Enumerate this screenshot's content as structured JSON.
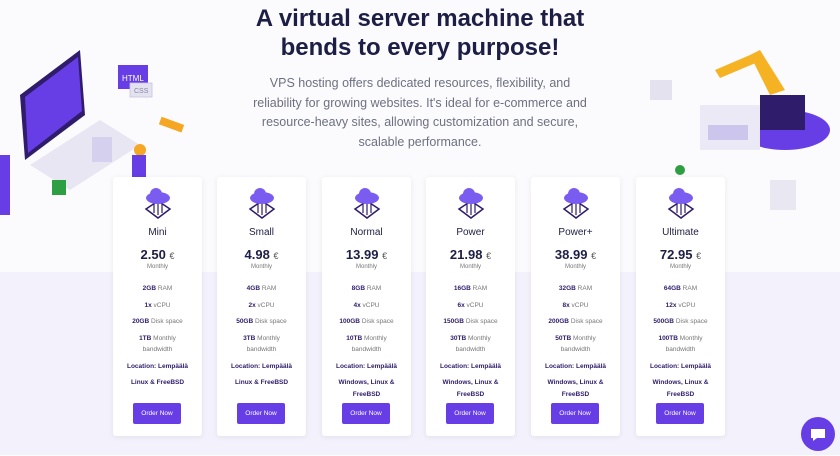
{
  "hero": {
    "title_line1": "A virtual server machine that",
    "title_line2": "bends to every purpose!",
    "subtitle": "VPS hosting offers dedicated resources, flexibility, and reliability for growing websites. It's ideal for e-commerce and resource-heavy sites, allowing customization and secure, scalable performance."
  },
  "accent": "#673de6",
  "plans": [
    {
      "name": "Mini",
      "price": "2.50",
      "currency": "€",
      "period": "Monthly",
      "ram": "2GB",
      "ram_l": "RAM",
      "cpu": "1x",
      "cpu_l": "vCPU",
      "disk": "20GB",
      "disk_l": "Disk space",
      "bw": "1TB",
      "bw_l": "Monthly bandwidth",
      "location": "Location: Lempäälä",
      "os": "Linux & FreeBSD",
      "cta": "Order Now"
    },
    {
      "name": "Small",
      "price": "4.98",
      "currency": "€",
      "period": "Monthly",
      "ram": "4GB",
      "ram_l": "RAM",
      "cpu": "2x",
      "cpu_l": "vCPU",
      "disk": "50GB",
      "disk_l": "Disk space",
      "bw": "3TB",
      "bw_l": "Monthly bandwidth",
      "location": "Location: Lempäälä",
      "os": "Linux & FreeBSD",
      "cta": "Order Now"
    },
    {
      "name": "Normal",
      "price": "13.99",
      "currency": "€",
      "period": "Monthly",
      "ram": "8GB",
      "ram_l": "RAM",
      "cpu": "4x",
      "cpu_l": "vCPU",
      "disk": "100GB",
      "disk_l": "Disk space",
      "bw": "10TB",
      "bw_l": "Monthly bandwidth",
      "location": "Location: Lempäälä",
      "os": "Windows, Linux & FreeBSD",
      "cta": "Order Now"
    },
    {
      "name": "Power",
      "price": "21.98",
      "currency": "€",
      "period": "Monthly",
      "ram": "16GB",
      "ram_l": "RAM",
      "cpu": "6x",
      "cpu_l": "vCPU",
      "disk": "150GB",
      "disk_l": "Disk space",
      "bw": "30TB",
      "bw_l": "Monthly bandwidth",
      "location": "Location: Lempäälä",
      "os": "Windows, Linux & FreeBSD",
      "cta": "Order Now"
    },
    {
      "name": "Power+",
      "price": "38.99",
      "currency": "€",
      "period": "Monthly",
      "ram": "32GB",
      "ram_l": "RAM",
      "cpu": "8x",
      "cpu_l": "vCPU",
      "disk": "200GB",
      "disk_l": "Disk space",
      "bw": "50TB",
      "bw_l": "Monthly bandwidth",
      "location": "Location: Lempäälä",
      "os": "Windows, Linux & FreeBSD",
      "cta": "Order Now"
    },
    {
      "name": "Ultimate",
      "price": "72.95",
      "currency": "€",
      "period": "Monthly",
      "ram": "64GB",
      "ram_l": "RAM",
      "cpu": "12x",
      "cpu_l": "vCPU",
      "disk": "500GB",
      "disk_l": "Disk space",
      "bw": "100TB",
      "bw_l": "Monthly bandwidth",
      "location": "Location: Lempäälä",
      "os": "Windows, Linux & FreeBSD",
      "cta": "Order Now"
    }
  ],
  "illustration": {
    "html_label": "HTML",
    "css_label": "CSS"
  }
}
